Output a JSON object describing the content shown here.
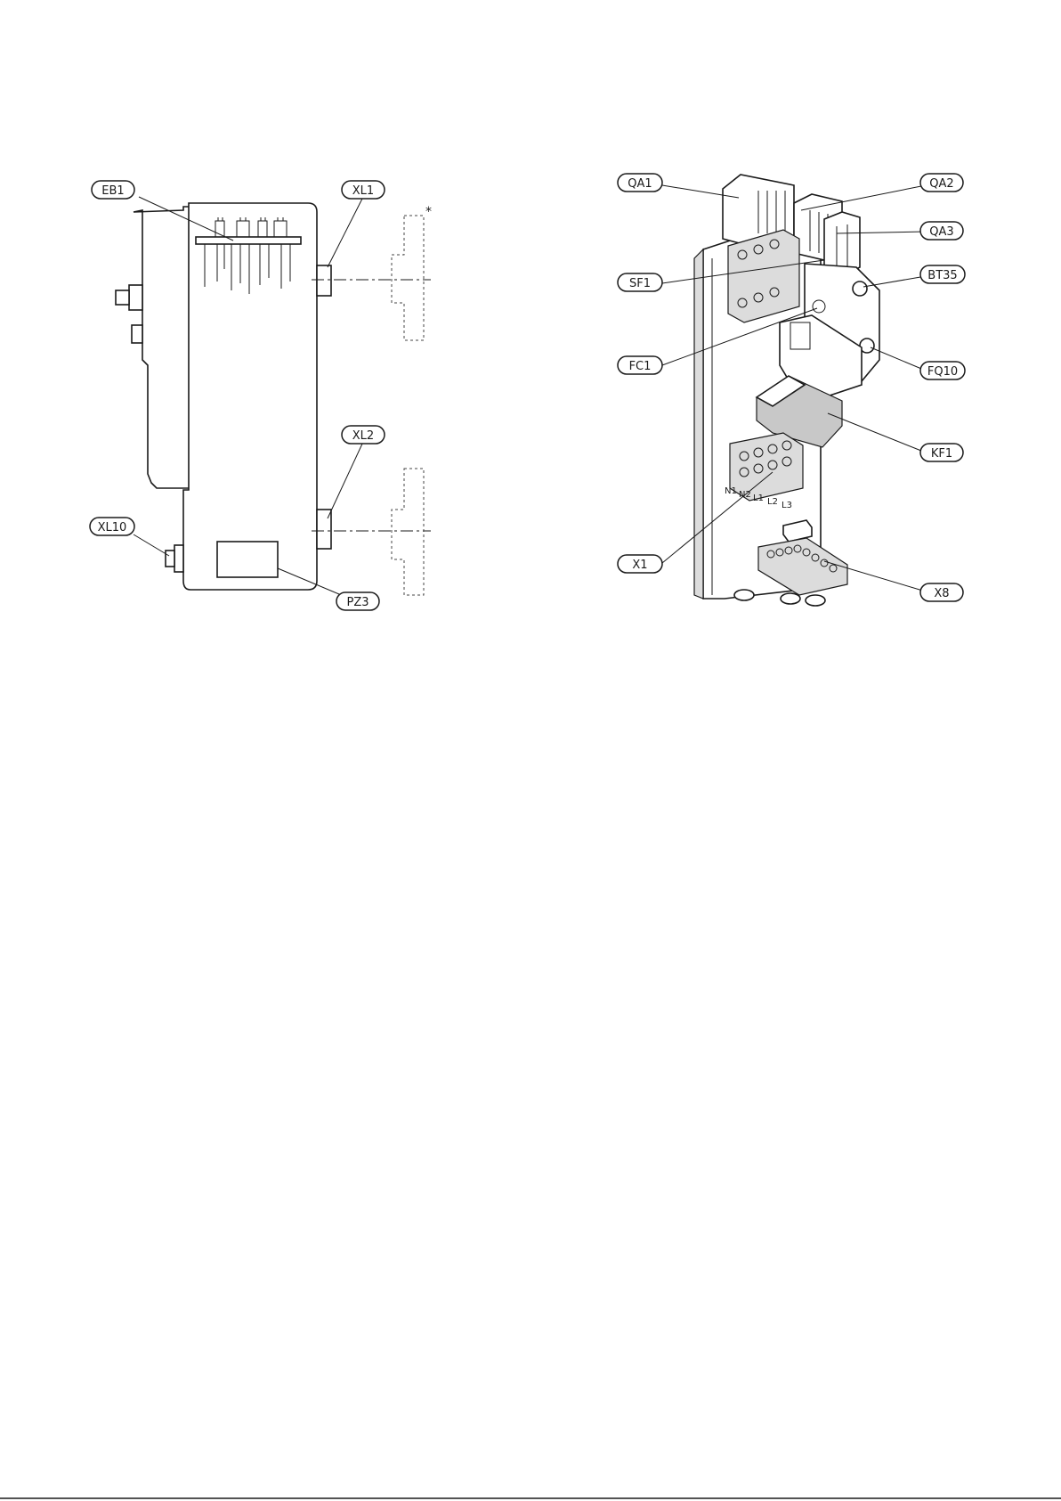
{
  "left_diagram": {
    "labels": {
      "eb1": "EB1",
      "xl1": "XL1",
      "xl2": "XL2",
      "xl10": "XL10",
      "pz3": "PZ3"
    },
    "asterisk": "*"
  },
  "right_diagram": {
    "labels": {
      "qa1": "QA1",
      "qa2": "QA2",
      "qa3": "QA3",
      "sf1": "SF1",
      "bt35": "BT35",
      "fc1": "FC1",
      "fq10": "FQ10",
      "kf1": "KF1",
      "x1": "X1",
      "x8": "X8"
    },
    "terminal_labels": {
      "n1": "N1",
      "n2": "N2",
      "l1": "L1",
      "l2": "L2",
      "l3": "L3"
    }
  }
}
